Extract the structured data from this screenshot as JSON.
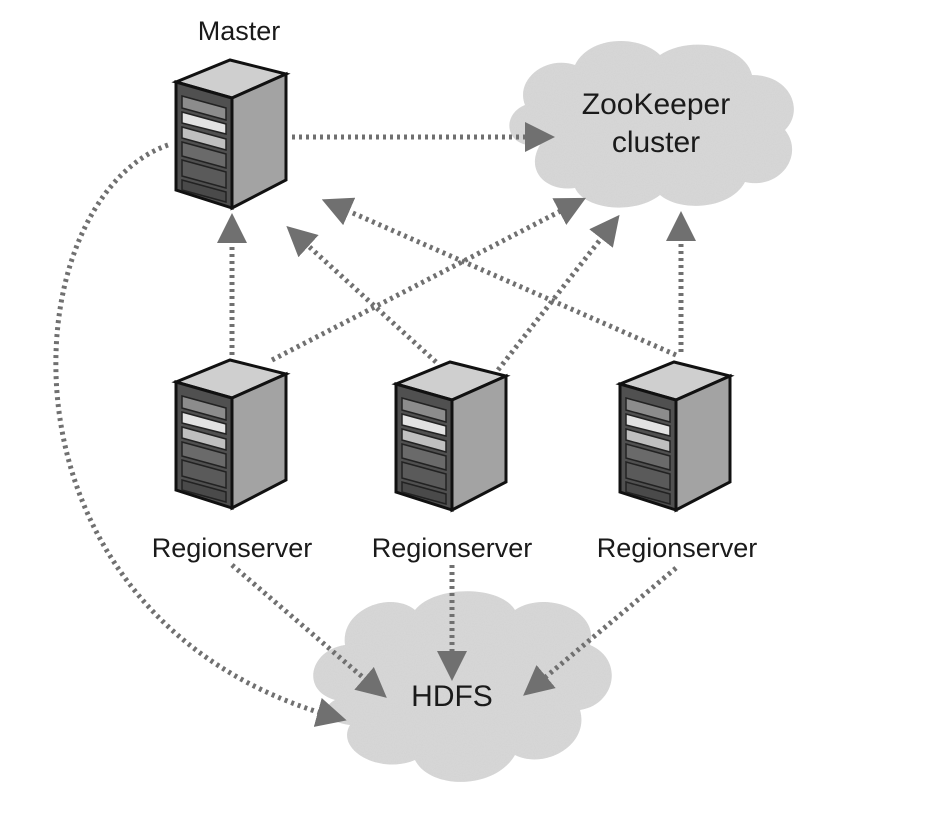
{
  "diagram": {
    "master": {
      "label": "Master"
    },
    "zookeeper": {
      "label_line1": "ZooKeeper",
      "label_line2": "cluster"
    },
    "regionservers": [
      {
        "label": "Regionserver"
      },
      {
        "label": "Regionserver"
      },
      {
        "label": "Regionserver"
      }
    ],
    "hdfs": {
      "label": "HDFS"
    },
    "colors": {
      "cloud_fill": "#d9d9d9",
      "arrow": "#707070",
      "server_front": "#4a4a4a",
      "server_side": "#9a9a9a",
      "server_top": "#c8c8c8",
      "outline": "#111111"
    }
  }
}
